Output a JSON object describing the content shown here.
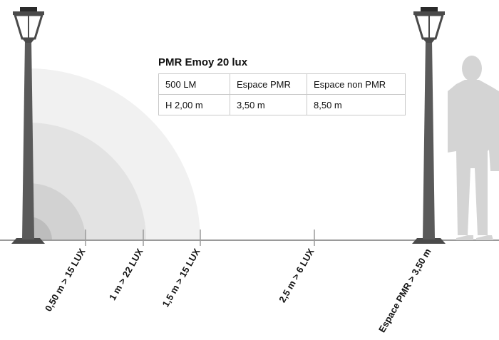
{
  "title": "PMR Emoy 20 lux",
  "table": {
    "rows": [
      [
        "500 LM",
        "Espace PMR",
        "Espace non PMR"
      ],
      [
        "H 2,00 m",
        "3,50 m",
        "8,50 m"
      ]
    ]
  },
  "distance_labels": [
    "0,50 m > 15 LUX",
    "1 m > 22 LUX",
    "1,5 m > 15 LUX",
    "2,5 m > 6 LUX",
    "Espace PMR > 3,50 m"
  ],
  "colors": {
    "zone_outer": "#f1f1f1",
    "zone_mid": "#e3e3e3",
    "zone_inner": "#d2d2d2",
    "zone_core": "#bdbdbd",
    "ground": "#9a9a9a",
    "pole": "#595959",
    "person": "#d4d4d4"
  },
  "icons": [
    "lamp-post-icon",
    "person-silhouette-icon"
  ]
}
